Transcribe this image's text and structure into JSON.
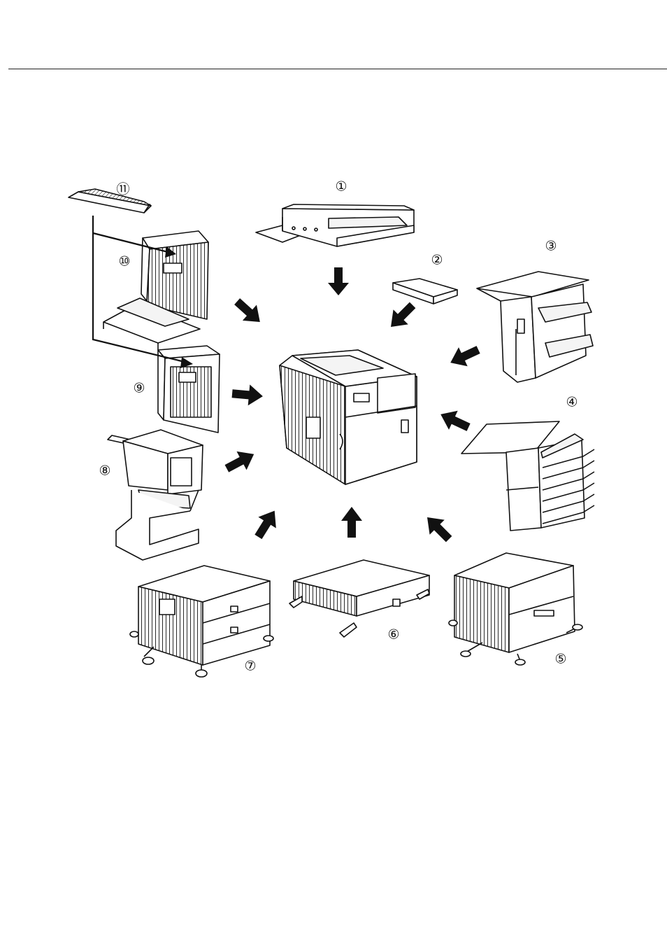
{
  "colors": {
    "ink": "#111111",
    "paper": "#ffffff",
    "fill": "#f4f4f4",
    "shade": "#cfcfcf"
  },
  "labels": {
    "l1": "①",
    "l2": "②",
    "l3": "③",
    "l4": "④",
    "l5": "⑤",
    "l6": "⑥",
    "l7": "⑦",
    "l8": "⑧",
    "l9": "⑨",
    "l10": "⑩",
    "l11": "⑪"
  },
  "items": [
    {
      "id": "l1",
      "icon": "scanner-document-feeder-icon"
    },
    {
      "id": "l2",
      "icon": "interface-unit-icon"
    },
    {
      "id": "l3",
      "icon": "saddle-stitch-finisher-icon"
    },
    {
      "id": "l4",
      "icon": "mailbox-finisher-icon"
    },
    {
      "id": "l5",
      "icon": "large-capacity-tray-stand-icon"
    },
    {
      "id": "l6",
      "icon": "paper-feed-unit-icon"
    },
    {
      "id": "l7",
      "icon": "triple-tray-stand-icon"
    },
    {
      "id": "l8",
      "icon": "finisher-on-stand-icon"
    },
    {
      "id": "l9",
      "icon": "duplex-module-icon"
    },
    {
      "id": "l10",
      "icon": "duplex-bypass-tray-icon"
    },
    {
      "id": "l11",
      "icon": "exit-tray-icon"
    }
  ]
}
